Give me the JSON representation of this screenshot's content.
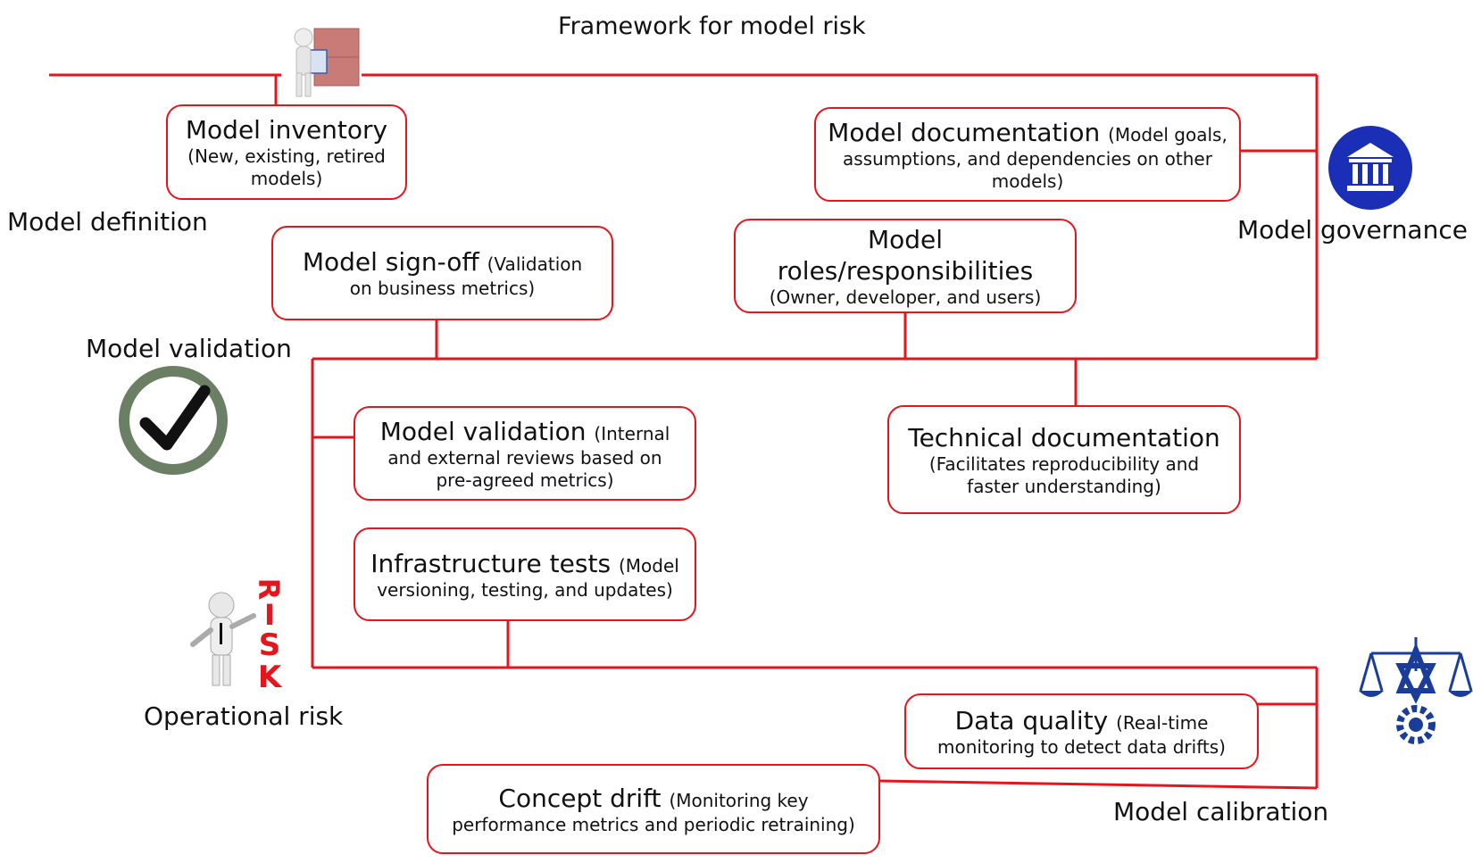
{
  "title": "Framework for model risk",
  "sections": {
    "model_definition": "Model definition",
    "model_validation": "Model validation",
    "operational_risk": "Operational risk",
    "model_governance": "Model governance",
    "model_calibration": "Model calibration"
  },
  "boxes": {
    "model_inventory": {
      "title": "Model inventory",
      "detail": "(New, existing, retired models)"
    },
    "model_documentation": {
      "title": "Model documentation",
      "detail": "(Model goals, assumptions, and dependencies on other models)"
    },
    "model_signoff": {
      "title": "Model sign-off",
      "detail": "(Validation on business metrics)"
    },
    "model_roles": {
      "title": "Model roles/responsibilities",
      "detail": "(Owner, developer, and users)"
    },
    "model_validation_box": {
      "title": "Model validation",
      "detail": "(Internal and external reviews based on pre-agreed metrics)"
    },
    "technical_documentation": {
      "title": "Technical documentation",
      "detail": "(Facilitates reproducibility and faster understanding)"
    },
    "infrastructure_tests": {
      "title": "Infrastructure tests",
      "detail": "(Model versioning, testing, and updates)"
    },
    "data_quality": {
      "title": "Data quality",
      "detail": "(Real-time monitoring to detect data drifts)"
    },
    "concept_drift": {
      "title": "Concept drift",
      "detail": "(Monitoring key performance metrics and periodic retraining)"
    }
  },
  "icons": {
    "inventory": "person-with-boxes-icon",
    "governance": "bank-building-icon",
    "validation": "checkmark-circle-icon",
    "risk": "person-leaning-on-risk-letters-icon",
    "calibration": "scales-compass-gear-icon"
  },
  "risk_word": "RISK",
  "colors": {
    "line": "#e8141c",
    "governance_icon": "#1a2fb5",
    "check_icon": "#6b7f64",
    "risk_letters": "#e8141c",
    "calibration_icon": "#1b3d9a"
  }
}
